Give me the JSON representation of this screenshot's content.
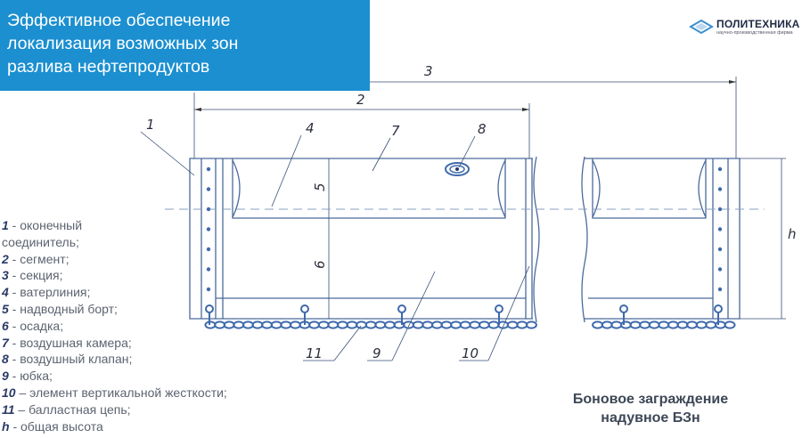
{
  "banner": {
    "line1": "Эффективное обеспечение",
    "line2": "локализация возможных зон",
    "line3": "разлива нефтепродуктов"
  },
  "logo": {
    "name": "ПОЛИТЕХНИКА",
    "tagline": "научно-производственная фирма"
  },
  "colors": {
    "banner": "#1b8fd0",
    "drawing": "#4a6a9c",
    "chain": "#3f6aab"
  },
  "drawing": {
    "labels": [
      "1",
      "2",
      "3",
      "4",
      "5",
      "6",
      "7",
      "8",
      "9",
      "10",
      "11",
      "h"
    ]
  },
  "legend": [
    {
      "num": "1",
      "text": " - оконечный"
    },
    {
      "num": "",
      "text": "соединитель;"
    },
    {
      "num": "2",
      "text": " - сегмент;"
    },
    {
      "num": "3",
      "text": " - секция;"
    },
    {
      "num": "4",
      "text": " - ватерлиния;"
    },
    {
      "num": "5",
      "text": " - надводный борт;"
    },
    {
      "num": "6",
      "text": " - осадка;"
    },
    {
      "num": "7",
      "text": " - воздушная камера;"
    },
    {
      "num": "8",
      "text": " - воздушный клапан;"
    },
    {
      "num": "9",
      "text": " - юбка;"
    },
    {
      "num": "10",
      "text": " – элемент вертикальной жесткости;"
    },
    {
      "num": "11",
      "text": " – балластная цепь;"
    },
    {
      "num": "h",
      "text": " - общая высота"
    }
  ],
  "caption": {
    "line1": "Боновое заграждение",
    "line2": "надувное БЗн"
  }
}
